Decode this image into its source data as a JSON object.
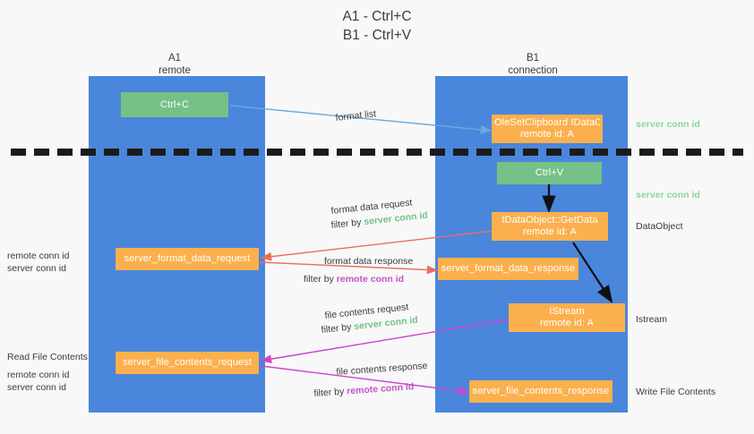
{
  "title": {
    "line1": "A1 - Ctrl+C",
    "line2": "B1 - Ctrl+V"
  },
  "colors": {
    "lane": "#4a86dc",
    "green_node": "#76c187",
    "orange_node": "#fbb04d",
    "server_conn_id": "#72c187",
    "remote_conn_id": "#c455c4",
    "arrow_blue": "#6aa9e0",
    "arrow_red": "#e8705f",
    "arrow_magenta": "#cc44cc",
    "arrow_black": "#111111",
    "background": "#f8f8f8"
  },
  "columns": [
    {
      "name": "A1",
      "sub": "remote"
    },
    {
      "name": "B1",
      "sub": "connection"
    }
  ],
  "nodes": {
    "ctrl_c": {
      "label": "Ctrl+C",
      "sub": ""
    },
    "ole_dataobject": {
      "label": "OleSetClipboard IDataObject",
      "sub": "remote id: A"
    },
    "ctrl_v": {
      "label": "Ctrl+V",
      "sub": ""
    },
    "getdata": {
      "label": "IDataObject::GetData",
      "sub": "remote id: A"
    },
    "istream": {
      "label": "IStream",
      "sub": "remote id: A"
    },
    "fmt_req": {
      "label": "server_format_data_request",
      "sub": ""
    },
    "fmt_resp": {
      "label": "server_format_data_response",
      "sub": ""
    },
    "file_req": {
      "label": "server_file_contents_request",
      "sub": ""
    },
    "file_resp": {
      "label": "server_file_contents_response",
      "sub": ""
    }
  },
  "annotations": {
    "format_list": "format list",
    "format_data_request": "format data request",
    "format_data_response": "format data response",
    "file_contents_request": "file contents request",
    "file_contents_response": "file contents response",
    "filter_by": "filter by ",
    "server_conn_id": "server conn id",
    "remote_conn_id": "remote conn id"
  },
  "right_labels": {
    "server_conn_id_top": "server conn id",
    "server_conn_id_mid": "server conn id",
    "data_object": "DataObject",
    "istream": "Istream",
    "write_file_contents": "Write File Contents"
  },
  "left_labels": {
    "remote_conn_id_1": "remote conn id",
    "server_conn_id_1": "server conn id",
    "read_file_contents": "Read File Contents",
    "remote_conn_id_2": "remote conn id",
    "server_conn_id_2": "server conn id"
  }
}
